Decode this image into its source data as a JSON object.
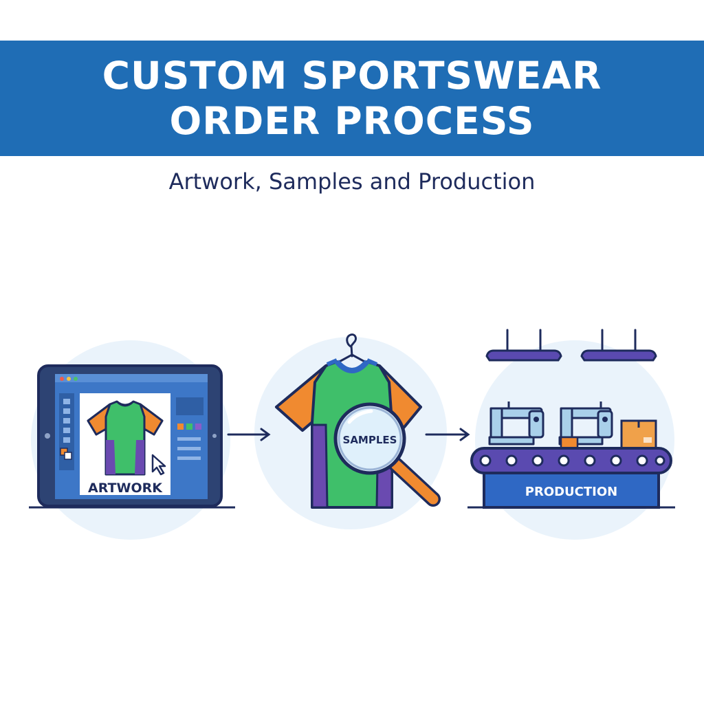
{
  "header": {
    "title_line1": "CUSTOM SPORTSWEAR",
    "title_line2": "ORDER PROCESS",
    "subtitle": "Artwork, Samples and Production"
  },
  "steps": [
    {
      "label": "ARTWORK",
      "icon": "tablet-design-icon"
    },
    {
      "label": "SAMPLES",
      "icon": "magnifier-shirt-icon"
    },
    {
      "label": "PRODUCTION",
      "icon": "factory-conveyor-icon"
    }
  ],
  "colors": {
    "banner": "#1f6db5",
    "navy": "#1e2b5c",
    "green": "#3fbf6a",
    "orange": "#f08a30",
    "purple": "#6a4ab0",
    "circle_bg": "#eaf3fb",
    "production_base": "#2f68c4"
  }
}
